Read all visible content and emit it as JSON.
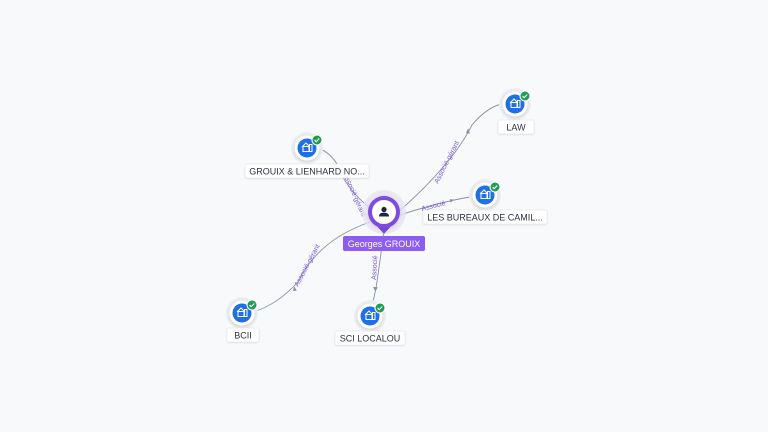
{
  "colors": {
    "company": "#1f6fe5",
    "person": "#7c4ddc",
    "check": "#1f9d55",
    "edge_label": "#7a55e0"
  },
  "center": {
    "label": "Georges GROUIX",
    "icon": "person-icon"
  },
  "companies": [
    {
      "id": "law",
      "label": "LAW",
      "icon": "building-icon",
      "badge": "check-icon",
      "relation": "Associé-gérant"
    },
    {
      "id": "grouix",
      "label": "GROUIX & LIENHARD NO...",
      "icon": "building-icon",
      "badge": "check-icon",
      "relation": "Associé-gérant"
    },
    {
      "id": "bureaux",
      "label": "LES BUREAUX DE CAMIL...",
      "icon": "building-icon",
      "badge": "check-icon",
      "relation": "Associé"
    },
    {
      "id": "bcii",
      "label": "BCII",
      "icon": "building-icon",
      "badge": "check-icon",
      "relation": "Associé-gérant"
    },
    {
      "id": "localou",
      "label": "SCI LOCALOU",
      "icon": "building-icon",
      "badge": "check-icon",
      "relation": "Associé"
    }
  ]
}
